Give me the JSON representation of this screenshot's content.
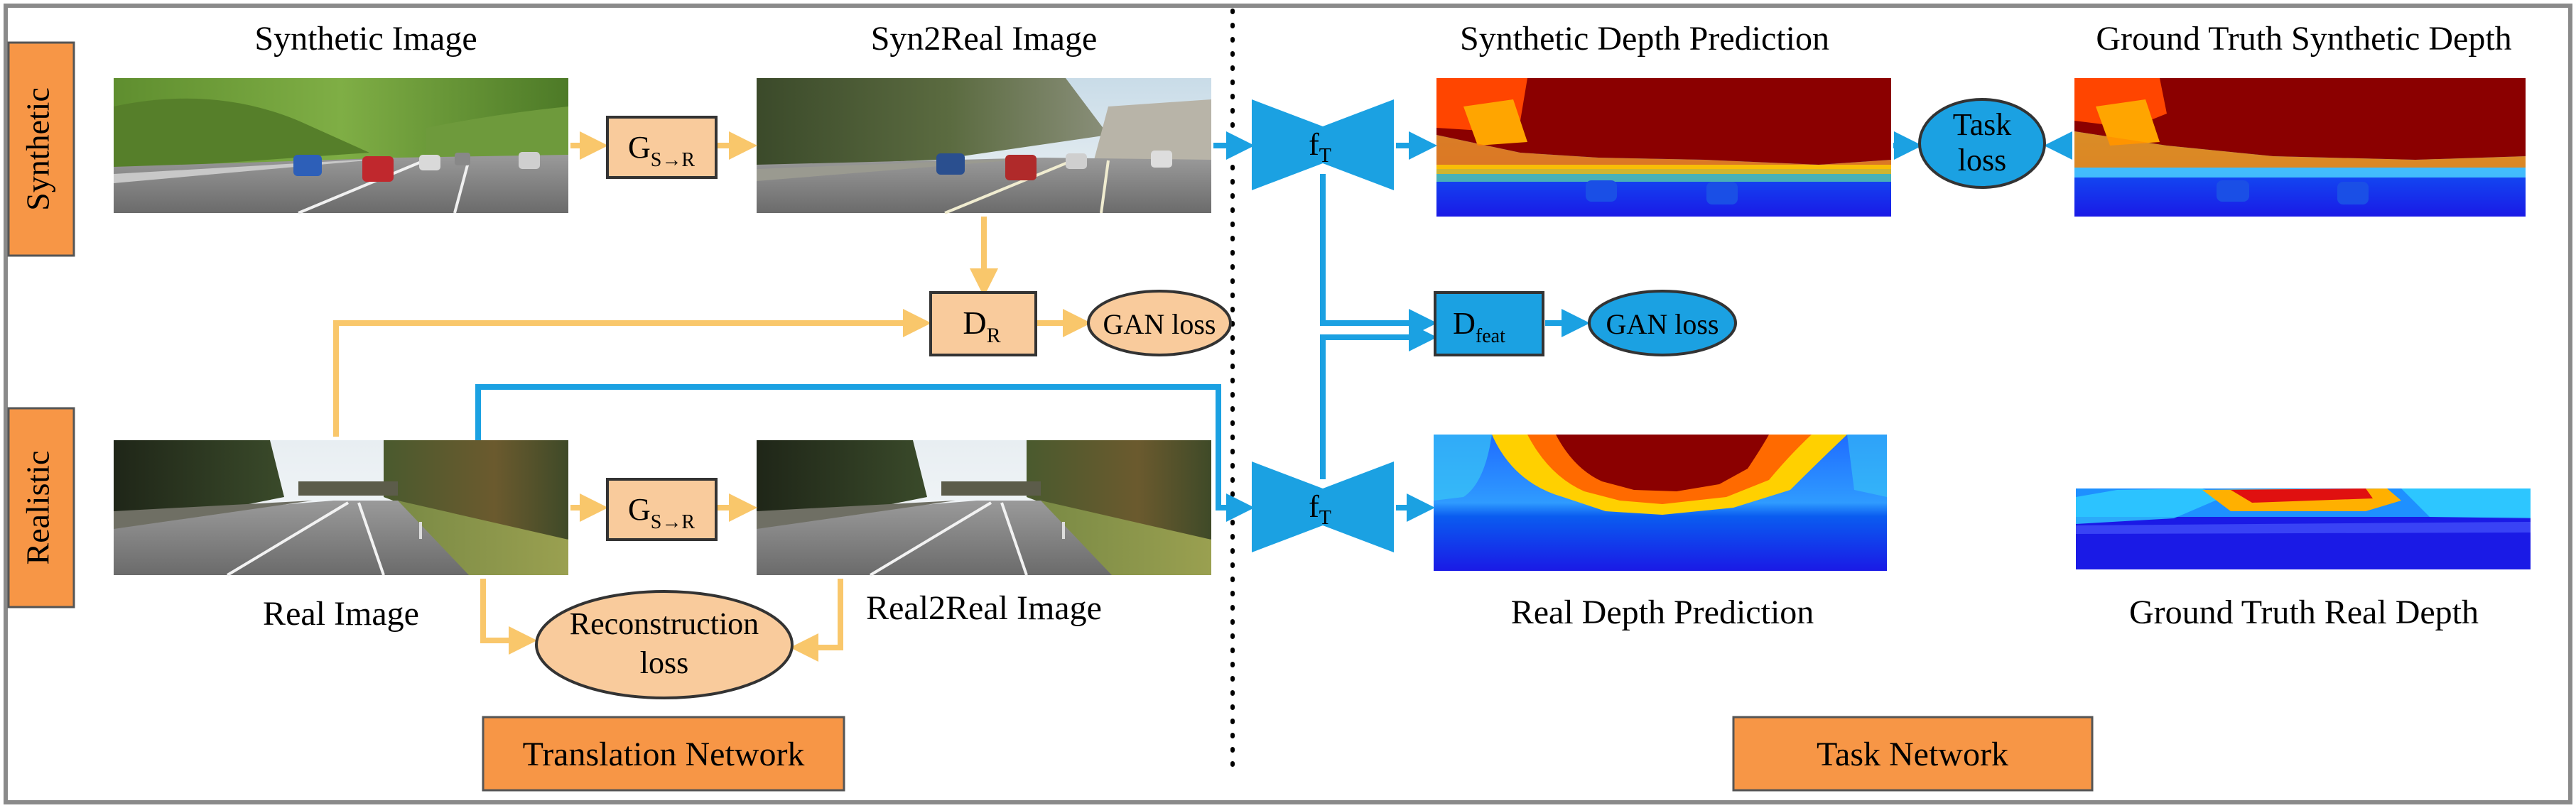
{
  "labels": {
    "synthetic_image": "Synthetic Image",
    "syn2real_image": "Syn2Real Image",
    "synthetic_depth_prediction": "Synthetic Depth Prediction",
    "gt_synthetic_depth": "Ground Truth Synthetic Depth",
    "real_image": "Real Image",
    "real2real_image": "Real2Real Image",
    "real_depth_prediction": "Real Depth Prediction",
    "gt_real_depth": "Ground Truth Real Depth"
  },
  "side_labels": {
    "synthetic": "Synthetic",
    "realistic": "Realistic"
  },
  "modules": {
    "generator_main": "G",
    "generator_sub": "S→R",
    "discriminator_main": "D",
    "discriminator_sub": "R",
    "task_main": "f",
    "task_sub": "T",
    "feat_disc_main": "D",
    "feat_disc_sub": "feat"
  },
  "losses": {
    "gan_loss_image": "GAN loss",
    "gan_loss_feat": "GAN loss",
    "task_loss_line1": "Task",
    "task_loss_line2": "loss",
    "reconstruction_line1": "Reconstruction",
    "reconstruction_line2": "loss"
  },
  "sections": {
    "translation_network": "Translation Network",
    "task_network": "Task Network"
  },
  "colors": {
    "orange_fill": "#F9CB9C",
    "orange_dark": "#F4A460",
    "section_fill": "#F79646",
    "blue_fill": "#1BA1E2",
    "blue_arrow": "#1BA1E2",
    "orange_arrow": "#F9C76B",
    "depth_red": "#8B0000",
    "depth_blue": "#1A1AE6"
  }
}
